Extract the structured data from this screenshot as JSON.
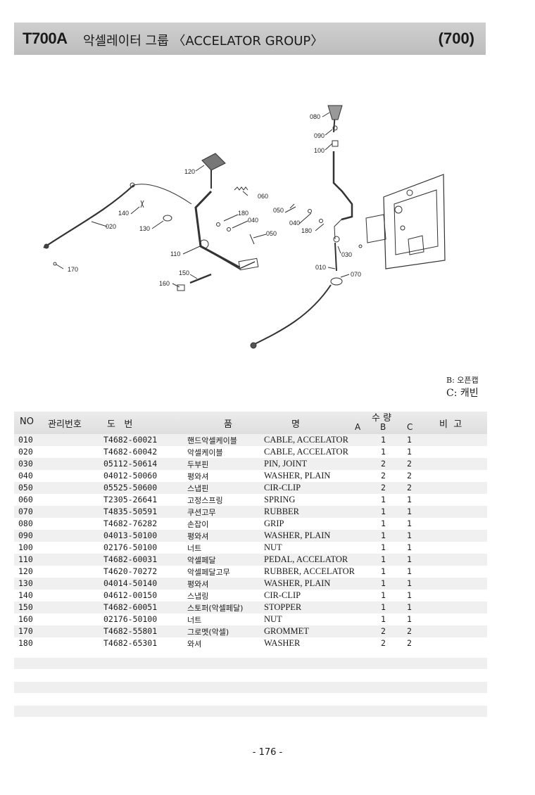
{
  "header": {
    "model": "T700A",
    "title": "악셀레이터 그룹 〈ACCELATOR GROUP〉",
    "code": "(700)"
  },
  "diagram": {
    "callouts": [
      "080",
      "090",
      "100",
      "120",
      "060",
      "180",
      "040",
      "050",
      "140",
      "020",
      "130",
      "110",
      "050",
      "040",
      "180",
      "030",
      "010",
      "070",
      "170",
      "150",
      "160"
    ]
  },
  "legend": {
    "b": "B: 오픈캡",
    "c": "C: 캐빈"
  },
  "table": {
    "headers": {
      "no": "NO",
      "mgmt": "관리번호",
      "drawing": "도   번",
      "item": "품",
      "name": "명",
      "qty": "수 량",
      "a": "A",
      "b": "B",
      "c": "C",
      "remark": "비  고"
    },
    "rows": [
      {
        "no": "010",
        "part": "T4682-60021",
        "kr": "핸드악셀케이블",
        "en": "CABLE, ACCELATOR",
        "b": "1",
        "c": "1"
      },
      {
        "no": "020",
        "part": "T4682-60042",
        "kr": "악셀케이블",
        "en": "CABLE, ACCELATOR",
        "b": "1",
        "c": "1"
      },
      {
        "no": "030",
        "part": "05112-50614",
        "kr": "두부핀",
        "en": "PIN, JOINT",
        "b": "2",
        "c": "2"
      },
      {
        "no": "040",
        "part": "04012-50060",
        "kr": "평와셔",
        "en": "WASHER, PLAIN",
        "b": "2",
        "c": "2"
      },
      {
        "no": "050",
        "part": "05525-50600",
        "kr": "스냅핀",
        "en": "CIR-CLIP",
        "b": "2",
        "c": "2"
      },
      {
        "no": "060",
        "part": "T2305-26641",
        "kr": "고정스프링",
        "en": "SPRING",
        "b": "1",
        "c": "1"
      },
      {
        "no": "070",
        "part": "T4835-50591",
        "kr": "쿠션고무",
        "en": "RUBBER",
        "b": "1",
        "c": "1"
      },
      {
        "no": "080",
        "part": "T4682-76282",
        "kr": "손잡이",
        "en": "GRIP",
        "b": "1",
        "c": "1"
      },
      {
        "no": "090",
        "part": "04013-50100",
        "kr": "평와셔",
        "en": "WASHER, PLAIN",
        "b": "1",
        "c": "1"
      },
      {
        "no": "100",
        "part": "02176-50100",
        "kr": "너트",
        "en": "NUT",
        "b": "1",
        "c": "1"
      },
      {
        "no": "110",
        "part": "T4682-60031",
        "kr": "악셀페달",
        "en": "PEDAL, ACCELATOR",
        "b": "1",
        "c": "1"
      },
      {
        "no": "120",
        "part": "T4620-70272",
        "kr": "악셀페달고무",
        "en": "RUBBER, ACCELATOR",
        "b": "1",
        "c": "1"
      },
      {
        "no": "130",
        "part": "04014-50140",
        "kr": "평와셔",
        "en": "WASHER, PLAIN",
        "b": "1",
        "c": "1"
      },
      {
        "no": "140",
        "part": "04612-00150",
        "kr": "스냅링",
        "en": "CIR-CLIP",
        "b": "1",
        "c": "1"
      },
      {
        "no": "150",
        "part": "T4682-60051",
        "kr": "스토퍼(악셀페달)",
        "en": "STOPPER",
        "b": "1",
        "c": "1"
      },
      {
        "no": "160",
        "part": "02176-50100",
        "kr": "너트",
        "en": "NUT",
        "b": "1",
        "c": "1"
      },
      {
        "no": "170",
        "part": "T4682-55801",
        "kr": "그로멧(악셀)",
        "en": "GROMMET",
        "b": "2",
        "c": "2"
      },
      {
        "no": "180",
        "part": "T4682-65301",
        "kr": "와셔",
        "en": "WASHER",
        "b": "2",
        "c": "2"
      }
    ]
  },
  "footer": {
    "page": "- 176 -"
  }
}
